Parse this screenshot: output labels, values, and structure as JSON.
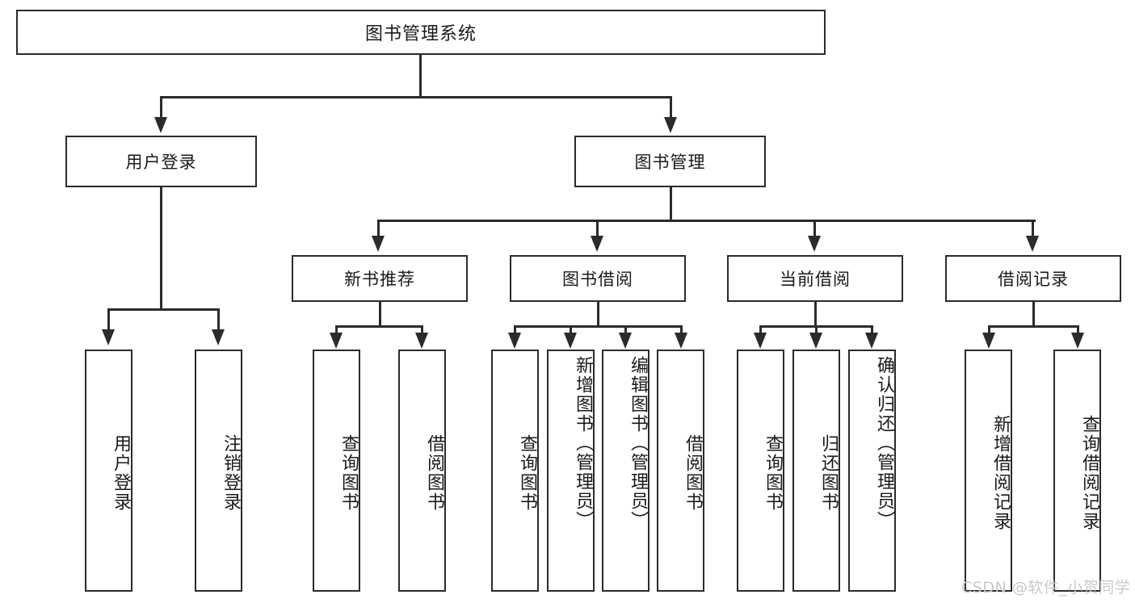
{
  "diagram": {
    "title": "图书管理系统",
    "type": "hierarchy-tree",
    "root": {
      "label": "图书管理系统"
    },
    "level2": [
      {
        "label": "用户登录"
      },
      {
        "label": "图书管理"
      }
    ],
    "level3": [
      {
        "label": "新书推荐"
      },
      {
        "label": "图书借阅"
      },
      {
        "label": "当前借阅"
      },
      {
        "label": "借阅记录"
      }
    ],
    "leaves": {
      "user_login": [
        {
          "label": "用户登录"
        },
        {
          "label": "注销登录"
        }
      ],
      "new_book_rec": [
        {
          "label": "查询图书"
        },
        {
          "label": "借阅图书"
        }
      ],
      "book_borrow": [
        {
          "label": "查询图书"
        },
        {
          "label": "新增图书（管理员）"
        },
        {
          "label": "编辑图书（管理员）"
        },
        {
          "label": "借阅图书"
        }
      ],
      "current_borrow": [
        {
          "label": "查询图书"
        },
        {
          "label": "归还图书"
        },
        {
          "label": "确认归还（管理员）"
        }
      ],
      "borrow_record": [
        {
          "label": "新增借阅记录"
        },
        {
          "label": "查询借阅记录"
        }
      ]
    }
  },
  "watermark": {
    "text": "CSDN @软件_小贺同学"
  },
  "colors": {
    "stroke": "#2b2b2b",
    "background": "#ffffff",
    "text": "#1a1a1a",
    "watermark": "#c9c9c9"
  }
}
